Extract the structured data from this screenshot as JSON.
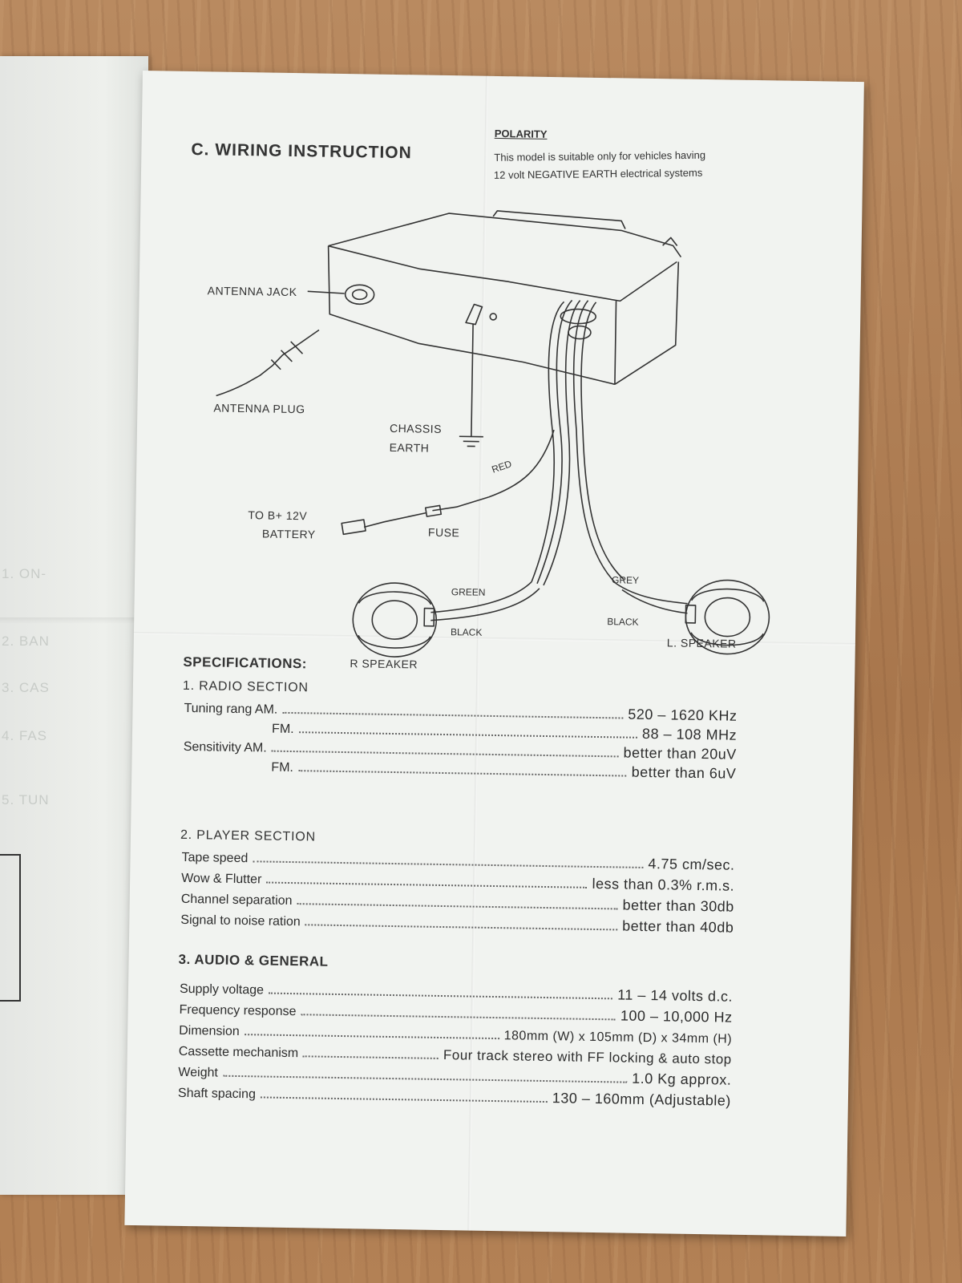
{
  "left_panel": {
    "ghost_lines": [
      "1. ON-",
      "2. BAN",
      "3. CAS",
      "4. FAS",
      "5. TUN"
    ]
  },
  "wiring": {
    "title": "C.   WIRING INSTRUCTION",
    "polarity": {
      "heading": "POLARITY",
      "line1": "This model is suitable only for vehicles having",
      "line2": "12 volt NEGATIVE EARTH electrical systems"
    },
    "labels": {
      "antenna_jack": "ANTENNA JACK",
      "antenna_plug": "ANTENNA PLUG",
      "chassis": "CHASSIS",
      "earth": "EARTH",
      "red": "RED",
      "battery_1": "TO B+ 12V",
      "battery_2": "BATTERY",
      "fuse": "FUSE",
      "green": "GREEN",
      "black_left": "BLACK",
      "grey": "GREY",
      "black_right": "BLACK",
      "r_speaker": "R SPEAKER",
      "l_speaker": "L. SPEAKER"
    }
  },
  "specs": {
    "heading": "SPECIFICATIONS:",
    "radio": {
      "heading": "1. RADIO SECTION",
      "rows": [
        {
          "label": "Tuning rang AM.",
          "value": "520 – 1620 KHz"
        },
        {
          "label": "FM.",
          "value": "88 – 108 MHz"
        },
        {
          "label": "Sensitivity  AM.",
          "value": "better than 20uV"
        },
        {
          "label": "FM.",
          "value": "better than 6uV"
        }
      ]
    },
    "player": {
      "heading": "2. PLAYER SECTION",
      "rows": [
        {
          "label": "Tape speed",
          "value": "4.75  cm/sec."
        },
        {
          "label": "Wow & Flutter",
          "value": "less than 0.3% r.m.s."
        },
        {
          "label": "Channel separation",
          "value": "better than 30db"
        },
        {
          "label": "Signal to noise ration",
          "value": "better than 40db"
        }
      ]
    },
    "audio": {
      "heading": "3. AUDIO & GENERAL",
      "rows": [
        {
          "label": "Supply voltage",
          "value": "11 – 14 volts d.c."
        },
        {
          "label": "Frequency response",
          "value": "100 – 10,000 Hz"
        },
        {
          "label": "Dimension",
          "value": "180mm (W) x 105mm (D) x 34mm (H)"
        },
        {
          "label": "Cassette mechanism",
          "value": "Four track stereo with FF locking & auto stop"
        },
        {
          "label": "Weight",
          "value": "1.0 Kg approx."
        },
        {
          "label": "Shaft spacing",
          "value": "130 – 160mm (Adjustable)"
        }
      ]
    }
  }
}
